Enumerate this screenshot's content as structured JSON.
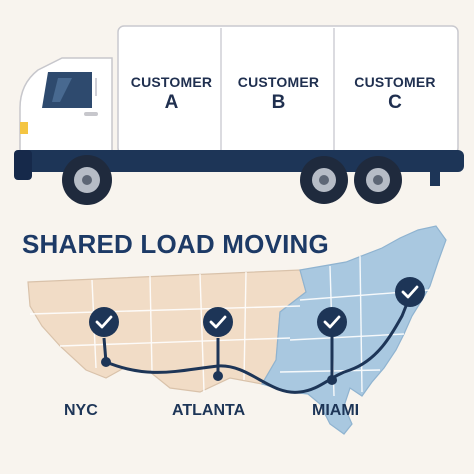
{
  "title": "SHARED LOAD MOVING",
  "truck": {
    "compartments": [
      {
        "line1": "CUSTOMER",
        "line2": "A"
      },
      {
        "line1": "CUSTOMER",
        "line2": "B"
      },
      {
        "line1": "CUSTOMER",
        "line2": "C"
      }
    ]
  },
  "route": {
    "cities": [
      "NYC",
      "ATLANTA",
      "MIAMI"
    ]
  },
  "colors": {
    "navy": "#1d3557",
    "map_west": "#f1dcc6",
    "map_east": "#a9c8e0",
    "background": "#f8f4ee"
  }
}
